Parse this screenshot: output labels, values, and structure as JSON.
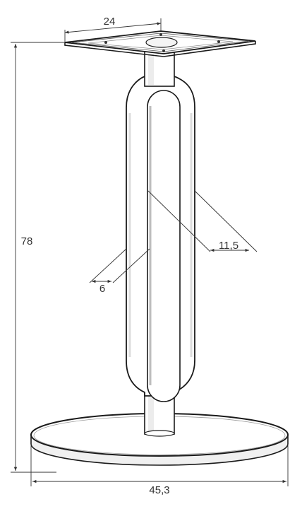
{
  "dimensions": {
    "top_plate_width": "24",
    "height": "78",
    "column_width": "11,5",
    "tube_thickness": "6",
    "base_diameter": "45,3"
  },
  "colors": {
    "line": "#1a1a1a",
    "dimension": "#333333",
    "shade": "#e6e6e6",
    "fill": "#ffffff"
  }
}
